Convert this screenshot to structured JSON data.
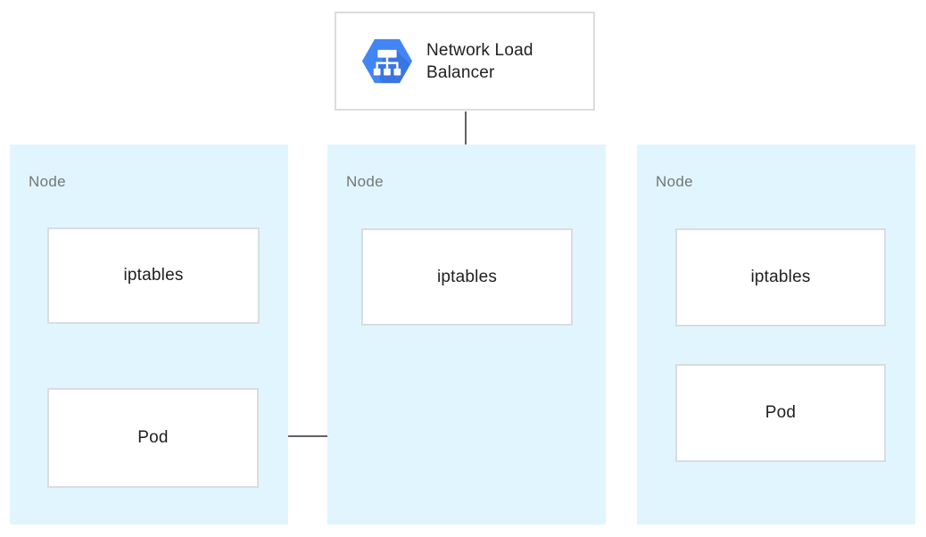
{
  "lb": {
    "label": "Network Load Balancer",
    "icon": "network-load-balancer-hexagon-icon"
  },
  "nodes": [
    {
      "label": "Node",
      "boxes": [
        {
          "label": "iptables"
        },
        {
          "label": "Pod"
        }
      ]
    },
    {
      "label": "Node",
      "boxes": [
        {
          "label": "iptables"
        }
      ]
    },
    {
      "label": "Node",
      "boxes": [
        {
          "label": "iptables"
        },
        {
          "label": "Pod"
        }
      ]
    }
  ],
  "edges": [
    {
      "from": "network-load-balancer",
      "to": "node-2-iptables"
    },
    {
      "from": "node-2-iptables",
      "to": "node-1-pod"
    }
  ],
  "colors": {
    "node_background": "#e1f5fe",
    "box_border": "#dadce0",
    "arrow": "#5f6368",
    "icon_blue": "#4285f4",
    "icon_blue_shadow": "#3367d6",
    "node_label_text": "#757575",
    "box_label_text": "#212121"
  }
}
